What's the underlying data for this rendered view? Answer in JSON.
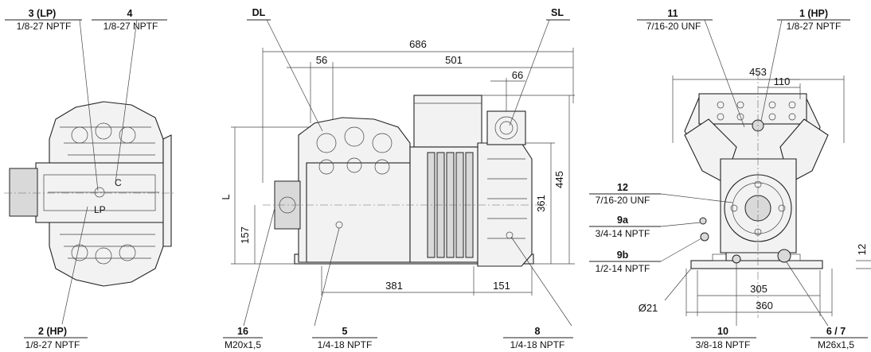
{
  "left_view": {
    "callout_3": {
      "num": "3 (LP)",
      "spec": "1/8-27 NPTF"
    },
    "callout_4": {
      "num": "4",
      "spec": "1/8-27 NPTF"
    },
    "callout_2": {
      "num": "2 (HP)",
      "spec": "1/8-27 NPTF"
    },
    "marks": {
      "c": "C",
      "lp": "LP"
    }
  },
  "side_view": {
    "labels": {
      "dl": "DL",
      "sl": "SL",
      "l": "L"
    },
    "dims": {
      "overall_length": "686",
      "d56": "56",
      "d501": "501",
      "d66": "66",
      "d445": "445",
      "d361": "361",
      "d157": "157",
      "d381": "381",
      "d151": "151"
    },
    "callout_16": {
      "num": "16",
      "spec": "M20x1,5"
    },
    "callout_5": {
      "num": "5",
      "spec": "1/4-18 NPTF"
    },
    "callout_8": {
      "num": "8",
      "spec": "1/4-18 NPTF"
    }
  },
  "front_view": {
    "callout_11": {
      "num": "11",
      "spec": "7/16-20 UNF"
    },
    "callout_1": {
      "num": "1 (HP)",
      "spec": "1/8-27 NPTF"
    },
    "callout_12": {
      "num": "12",
      "spec": "7/16-20 UNF"
    },
    "callout_9a": {
      "num": "9a",
      "spec": "3/4-14 NPTF"
    },
    "callout_9b": {
      "num": "9b",
      "spec": "1/2-14 NPTF"
    },
    "callout_10": {
      "num": "10",
      "spec": "3/8-18 NPTF"
    },
    "callout_67": {
      "num": "6 / 7",
      "spec": "M26x1,5"
    },
    "dims": {
      "d453": "453",
      "d110": "110",
      "d305": "305",
      "d360": "360",
      "d21": "Ø21",
      "d12": "12"
    }
  }
}
